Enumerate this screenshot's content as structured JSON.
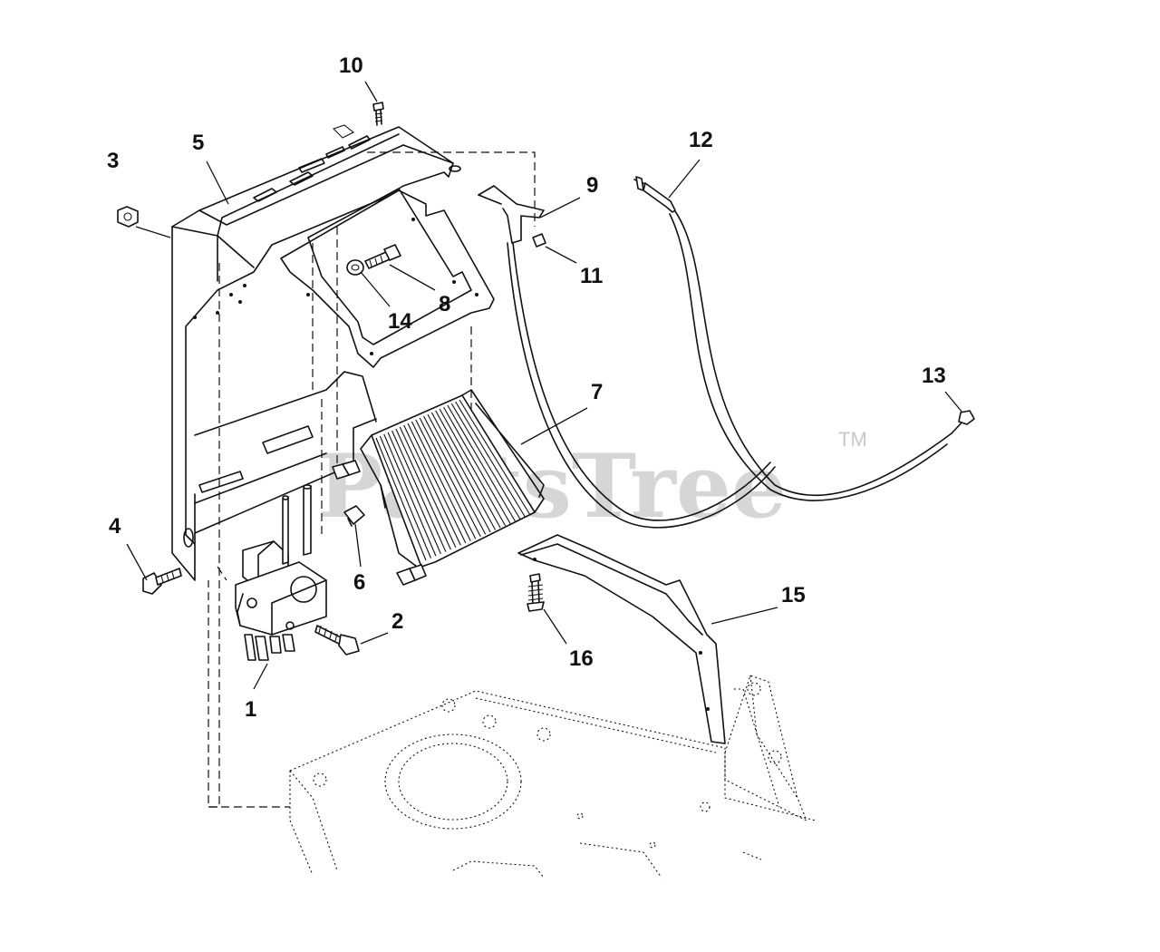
{
  "watermark": {
    "text": "PartsTree",
    "trademark": "TM"
  },
  "callouts": [
    {
      "label": "1"
    },
    {
      "label": "2"
    },
    {
      "label": "3"
    },
    {
      "label": "4"
    },
    {
      "label": "5"
    },
    {
      "label": "6"
    },
    {
      "label": "7"
    },
    {
      "label": "8"
    },
    {
      "label": "9"
    },
    {
      "label": "10"
    },
    {
      "label": "11"
    },
    {
      "label": "12"
    },
    {
      "label": "13"
    },
    {
      "label": "14"
    },
    {
      "label": "15"
    },
    {
      "label": "16"
    }
  ]
}
